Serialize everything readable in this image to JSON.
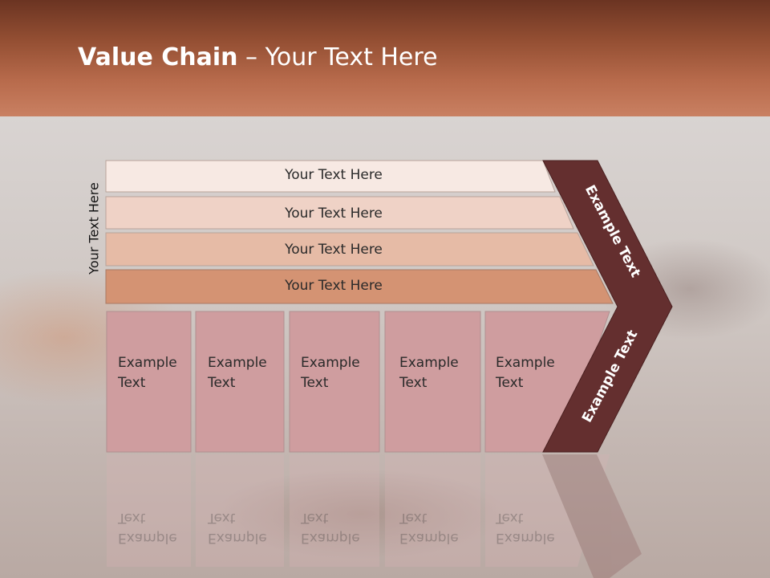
{
  "slide": {
    "title_bold": "Value Chain",
    "title_rest": " – Your Text Here",
    "vertical_label": "Your Text Here"
  },
  "rows": [
    {
      "label": "Your Text Here",
      "color": "#f7e9e3"
    },
    {
      "label": "Your Text Here",
      "color": "#efd2c6"
    },
    {
      "label": "Your Text Here",
      "color": "#e6bba6"
    },
    {
      "label": "Your Text Here",
      "color": "#d49373"
    }
  ],
  "boxes": [
    {
      "line1": "Example",
      "line2": "Text"
    },
    {
      "line1": "Example",
      "line2": "Text"
    },
    {
      "line1": "Example",
      "line2": "Text"
    },
    {
      "line1": "Example",
      "line2": "Text"
    },
    {
      "line1": "Example",
      "line2": "Text"
    }
  ],
  "arrow": {
    "upper_label": "Example Text",
    "lower_label": "Example Text",
    "color": "#642f2f"
  },
  "colors": {
    "box_fill": "#cf9d9f",
    "header_accent": "#b86b4c"
  }
}
